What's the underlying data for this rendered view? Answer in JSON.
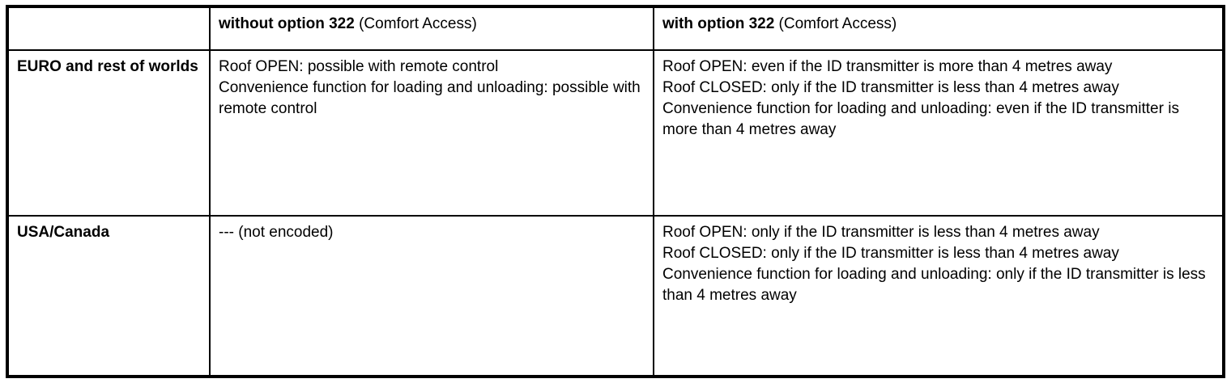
{
  "document": {
    "background": "#ffffff",
    "border_color": "#000000",
    "text_color": "#000000"
  },
  "table": {
    "header": {
      "corner": "",
      "without_bold": "without option 322",
      "without_rest": " (Comfort Access)",
      "with_bold": "with option 322",
      "with_rest": " (Comfort Access)"
    },
    "rows": [
      {
        "label": "EURO and rest of worlds",
        "without": "Roof OPEN: possible with remote control\nConvenience function for loading and unloading: possible with remote control",
        "with": "Roof OPEN: even if the ID transmitter is more than 4 metres away\nRoof CLOSED: only if the ID transmitter is less than 4 metres away\nConvenience function for loading and unloading: even if the ID transmitter is more than 4 metres away"
      },
      {
        "label": "USA/Canada",
        "without": "--- (not encoded)",
        "with": "Roof OPEN: only if the ID transmitter is less than 4 metres away\nRoof CLOSED: only if the ID transmitter is less than 4 metres away\nConvenience function for loading and unloading: only if the ID transmitter is less than 4 metres away"
      }
    ]
  }
}
